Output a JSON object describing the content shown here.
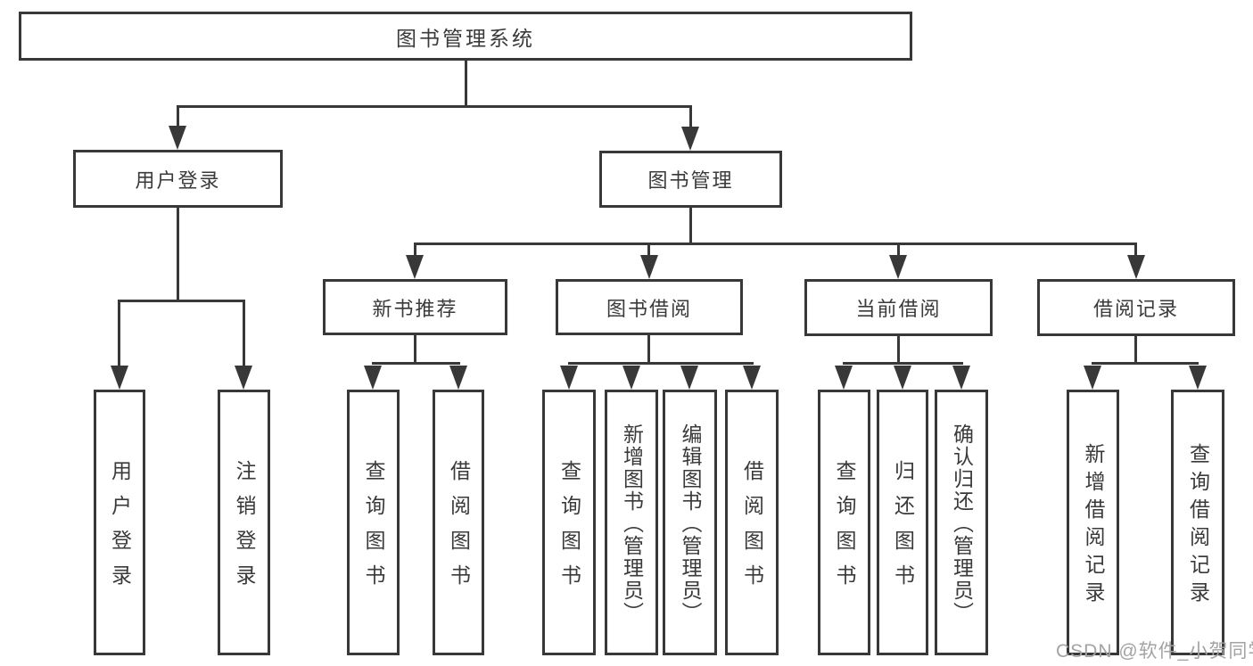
{
  "diagram_title": "图书管理系统",
  "nodes": {
    "root": {
      "label": "图书管理系统"
    },
    "user_login": {
      "label": "用户登录"
    },
    "book_management": {
      "label": "图书管理"
    },
    "new_book_recommend": {
      "label": "新书推荐"
    },
    "book_borrowing": {
      "label": "图书借阅"
    },
    "current_borrowing": {
      "label": "当前借阅"
    },
    "borrowing_records": {
      "label": "借阅记录"
    },
    "leaf_user_login": {
      "label": "用户登录"
    },
    "leaf_logout": {
      "label": "注销登录"
    },
    "leaf_query_books_recommend": {
      "label": "查询图书"
    },
    "leaf_borrow_books_recommend": {
      "label": "借阅图书"
    },
    "leaf_query_books_borrowing": {
      "label": "查询图书"
    },
    "leaf_add_books": {
      "label": "新增图书（管理员）"
    },
    "leaf_edit_books": {
      "label": "编辑图书（管理员）"
    },
    "leaf_borrow_books_borrowing": {
      "label": "借阅图书"
    },
    "leaf_query_books_current": {
      "label": "查询图书"
    },
    "leaf_return_books": {
      "label": "归还图书"
    },
    "leaf_confirm_return": {
      "label": "确认归还（管理员）"
    },
    "leaf_add_borrow_record": {
      "label": "新增借阅记录"
    },
    "leaf_query_borrow_record": {
      "label": "查询借阅记录"
    }
  },
  "tree": {
    "图书管理系统": {
      "用户登录": [
        "用户登录",
        "注销登录"
      ],
      "图书管理": {
        "新书推荐": [
          "查询图书",
          "借阅图书"
        ],
        "图书借阅": [
          "查询图书",
          "新增图书（管理员）",
          "编辑图书（管理员）",
          "借阅图书"
        ],
        "当前借阅": [
          "查询图书",
          "归还图书",
          "确认归还（管理员）"
        ],
        "借阅记录": [
          "新增借阅记录",
          "查询借阅记录"
        ]
      }
    }
  },
  "watermark": {
    "text": "CSDN @软件_小贺同学"
  },
  "colors": {
    "line": "#383838",
    "text": "#3a3a3a",
    "watermark": "#a3a3a3",
    "background": "#ffffff"
  }
}
